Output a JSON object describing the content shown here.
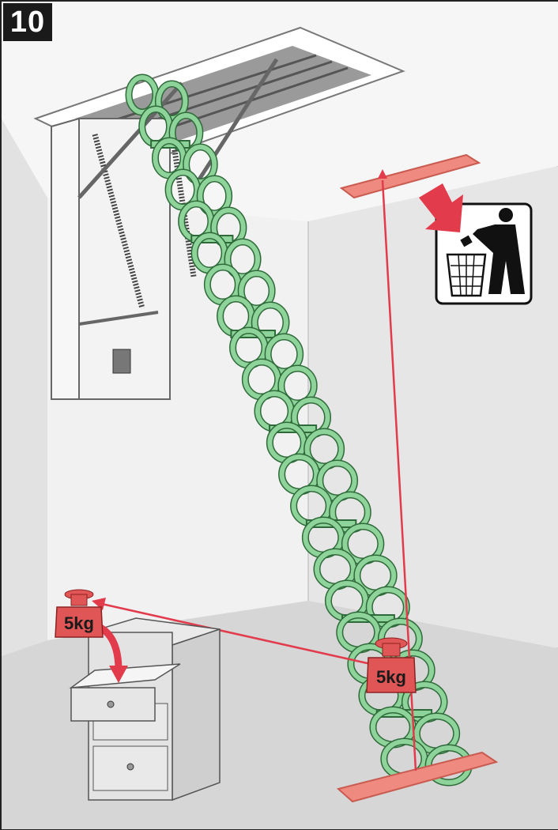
{
  "step": {
    "number": "10"
  },
  "weights": {
    "drawer_weight_label": "5kg",
    "ladder_weight_label": "5kg"
  },
  "icons": {
    "disposal": "recycle-disposal-icon",
    "arrow": "red-arrow-icon"
  },
  "colors": {
    "ladder_green": "#8ed39a",
    "highlight_red": "#ef6b6b",
    "wall": "#ececec",
    "floor": "#d6d6d6"
  }
}
